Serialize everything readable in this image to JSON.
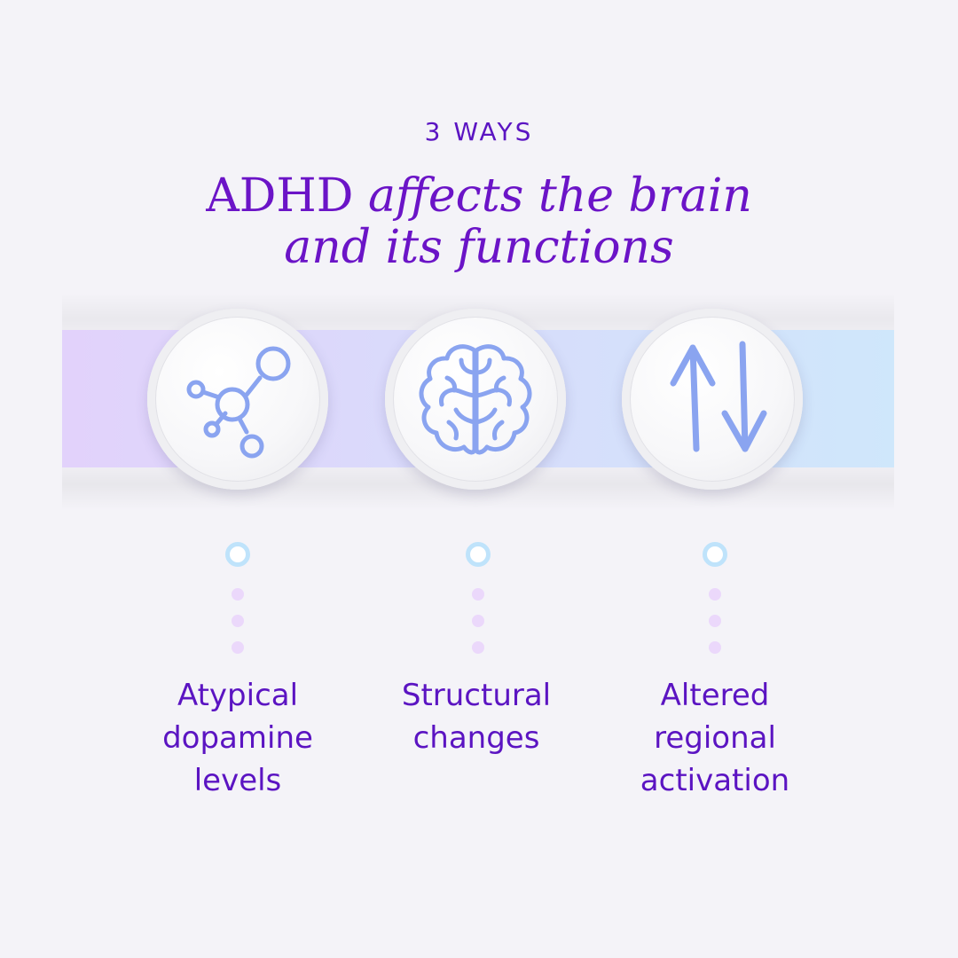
{
  "eyebrow": "3 WAYS",
  "title": {
    "line1_a": "ADHD ",
    "line1_b": "affects the brain",
    "line2": "and its functions"
  },
  "items": [
    {
      "icon": "molecule-icon",
      "label_lines": [
        "Atypical",
        "dopamine",
        "levels"
      ]
    },
    {
      "icon": "brain-icon",
      "label_lines": [
        "Structural",
        "changes"
      ]
    },
    {
      "icon": "up-down-arrows-icon",
      "label_lines": [
        "Altered",
        "regional",
        "activation"
      ]
    }
  ],
  "colors": {
    "text": "#5b14c2",
    "icon": "#8aa4f0",
    "band_start": "#e2d2fb",
    "band_end": "#cfe7fb",
    "ring": "#bfe3fb",
    "dot": "#ebd8fb"
  }
}
